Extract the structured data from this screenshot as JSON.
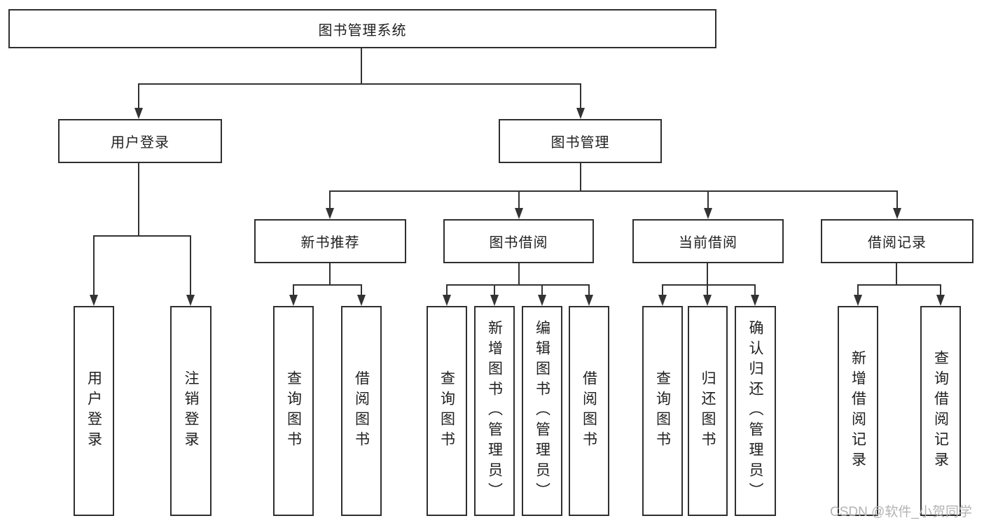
{
  "diagram_title": "图书管理系统",
  "tree": {
    "root": {
      "label": "图书管理系统"
    },
    "level2": {
      "user_login": {
        "label": "用户登录"
      },
      "book_management": {
        "label": "图书管理"
      }
    },
    "level3": {
      "new_book_recommend": {
        "label": "新书推荐"
      },
      "book_borrowing": {
        "label": "图书借阅"
      },
      "current_borrowing": {
        "label": "当前借阅"
      },
      "borrowing_records": {
        "label": "借阅记录"
      }
    },
    "leaves": {
      "user_login": [
        "用户登录",
        "注销登录"
      ],
      "new_book_recommend": [
        "查询图书",
        "借阅图书"
      ],
      "book_borrowing": [
        "查询图书",
        "新增图书（管理员）",
        "编辑图书（管理员）",
        "借阅图书"
      ],
      "current_borrowing": [
        "查询图书",
        "归还图书",
        "确认归还（管理员）"
      ],
      "borrowing_records": [
        "新增借阅记录",
        "查询借阅记录"
      ]
    }
  },
  "watermark": "CSDN @软件_小贺同学",
  "colors": {
    "line": "#333333",
    "box_border": "#2f2f2f",
    "text": "#1f1f1f",
    "watermark": "#b3b3b3",
    "background": "#ffffff"
  }
}
